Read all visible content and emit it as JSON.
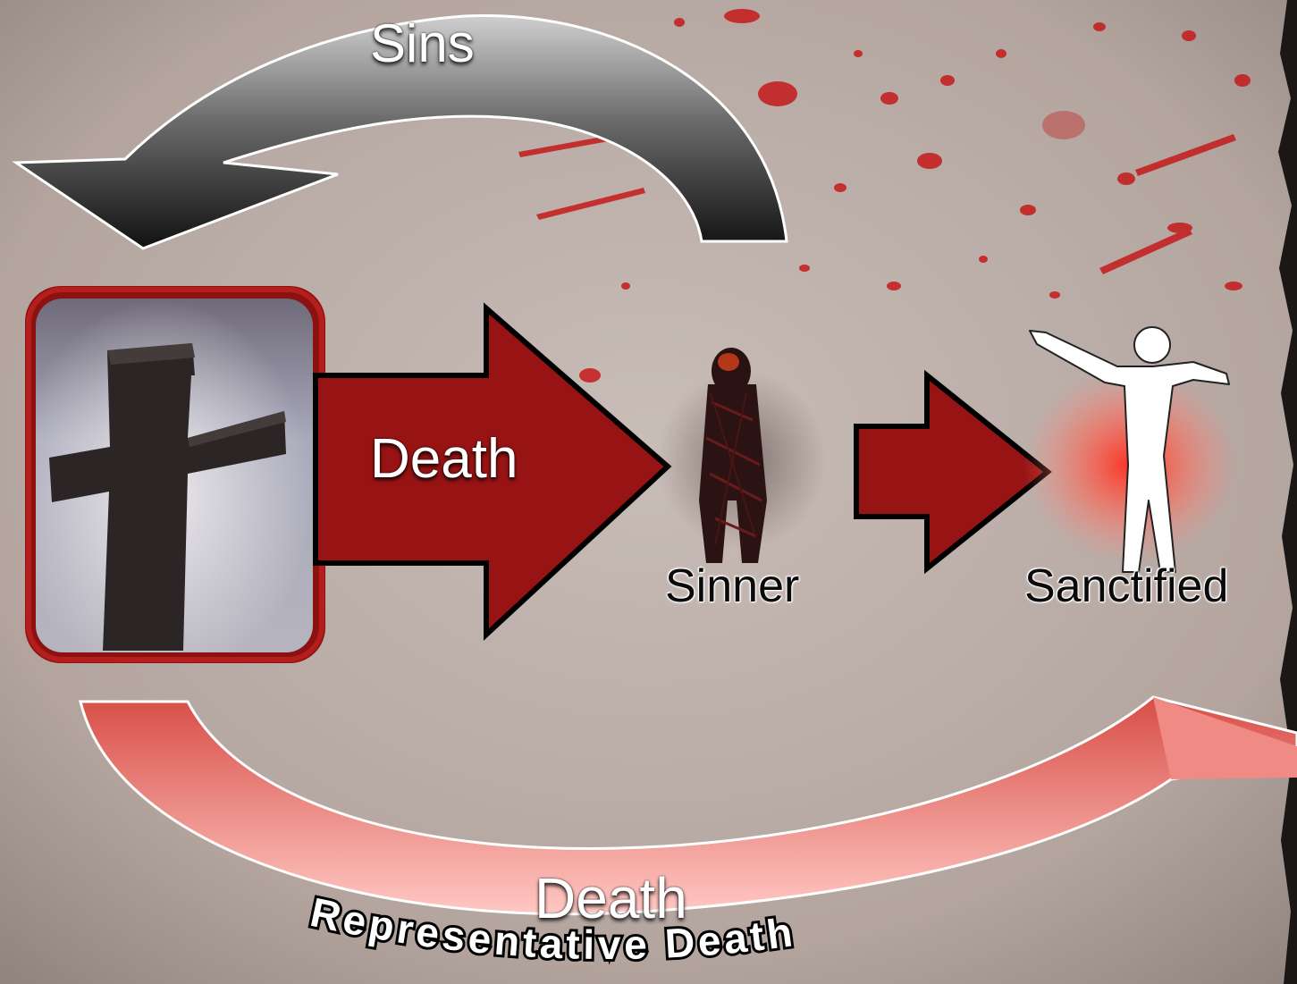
{
  "labels": {
    "sins": "Sins",
    "death_arrow": "Death",
    "sinner": "Sinner",
    "sanctified": "Sanctified",
    "death_bottom": "Death",
    "representative_death": "Representative Death"
  },
  "colors": {
    "background": "#b6a8a2",
    "dark_red": "#9b1414",
    "blood_red": "#c91c1c",
    "gray_arrow": "#3a3a3a",
    "pink_arrow": "#e9716c"
  },
  "icons": {
    "cross": "cross-photo",
    "sinner": "sinner-figure",
    "sanctified": "sanctified-figure"
  }
}
